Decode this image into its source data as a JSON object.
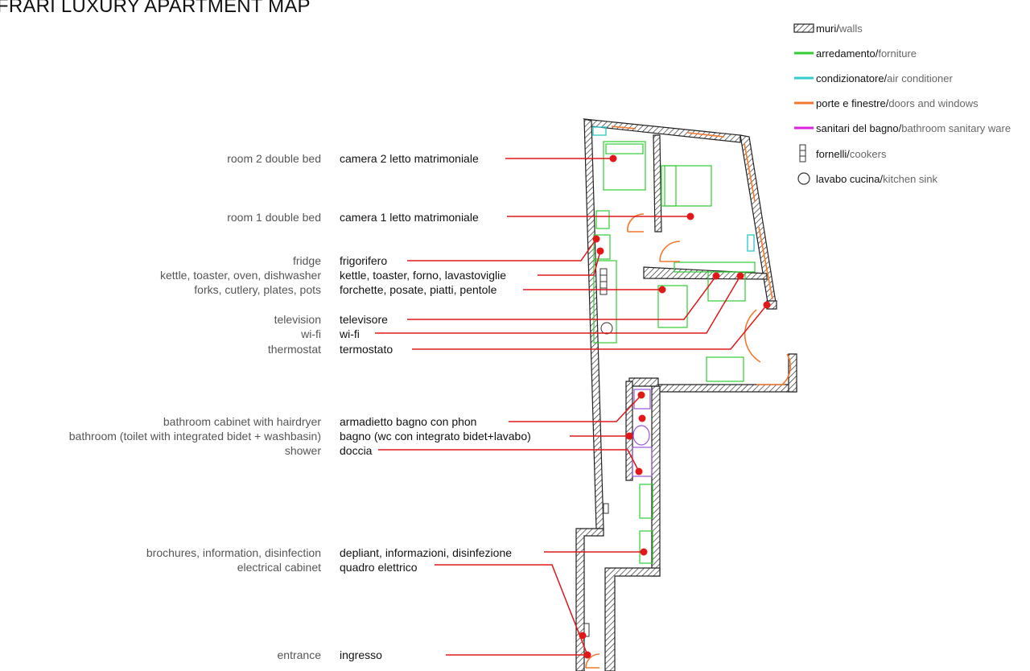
{
  "title": "FRARI LUXURY APARTMENT MAP",
  "legend": [
    {
      "it": "muri/",
      "en": "walls",
      "symbol": "hatch-swatch-icon",
      "color": "#333333"
    },
    {
      "it": "arredamento/",
      "en": " forniture",
      "symbol": "green-line-icon",
      "color": "#33cc33"
    },
    {
      "it": "condizionatore/",
      "en": " air conditioner",
      "symbol": "cyan-line-icon",
      "color": "#33cccc"
    },
    {
      "it": "porte e finestre/",
      "en": " doors and windows",
      "symbol": "orange-line-icon",
      "color": "#f07a30"
    },
    {
      "it": "sanitari del bagno/",
      "en": " bathroom sanitary ware",
      "symbol": "magenta-line-icon",
      "color": "#dd22dd"
    },
    {
      "it": "fornelli/",
      "en": " cookers",
      "symbol": "cooker-icon",
      "color": "#333333"
    },
    {
      "it": "lavabo cucina/",
      "en": " kitchen sink",
      "symbol": "sink-circle-icon",
      "color": "#333333"
    }
  ],
  "labels": [
    {
      "en": "room 2 double bed",
      "it": "camera 2 letto matrimoniale"
    },
    {
      "en": "room 1 double bed",
      "it": "camera 1 letto matrimoniale"
    },
    {
      "en": "fridge",
      "it": "frigorifero"
    },
    {
      "en": "kettle, toaster, oven, dishwasher",
      "it": "kettle, toaster, forno, lavastoviglie"
    },
    {
      "en": "forks, cutlery, plates, pots",
      "it": "forchette, posate, piatti, pentole"
    },
    {
      "en": "television",
      "it": "televisore"
    },
    {
      "en": "wi-fi",
      "it": "wi-fi"
    },
    {
      "en": "thermostat",
      "it": "termostato"
    },
    {
      "en": "bathroom cabinet with hairdryer",
      "it": "armadietto bagno con phon"
    },
    {
      "en": "bathroom (toilet with integrated bidet + washbasin)",
      "it": "bagno (wc con integrato bidet+lavabo)"
    },
    {
      "en": "shower",
      "it": "doccia"
    },
    {
      "en": "brochures, information, disinfection",
      "it": "depliant, informazioni, disinfezione"
    },
    {
      "en": "electrical cabinet",
      "it": "quadro elettrico"
    },
    {
      "en": "entrance",
      "it": "ingresso"
    }
  ],
  "colors": {
    "leader": "#e01818",
    "wall": "#222222",
    "furniture": "#33cc33",
    "aircon": "#33cccc",
    "door": "#f07a30",
    "sanitary": "#dd22dd",
    "legend_text": "#666666"
  }
}
